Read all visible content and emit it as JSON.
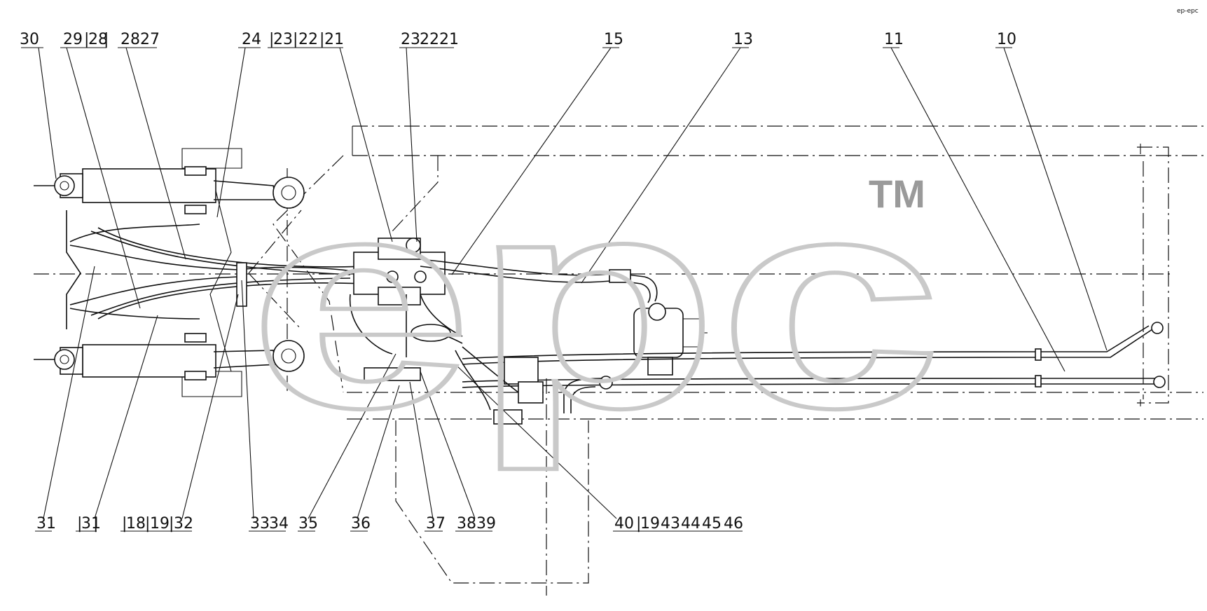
{
  "watermark": {
    "brand": "epc",
    "mark": "TM",
    "corner": "ep-epc"
  },
  "callouts": {
    "top": [
      "30",
      "29",
      "28",
      "28",
      "27",
      "24",
      "23",
      "22",
      "21",
      "23",
      "22",
      "21",
      "15",
      "13",
      "11",
      "10"
    ],
    "bottom": [
      "31",
      "31",
      "18",
      "19",
      "32",
      "33",
      "34",
      "35",
      "36",
      "37",
      "38",
      "39",
      "40",
      "19",
      "43",
      "44",
      "45",
      "46"
    ]
  }
}
